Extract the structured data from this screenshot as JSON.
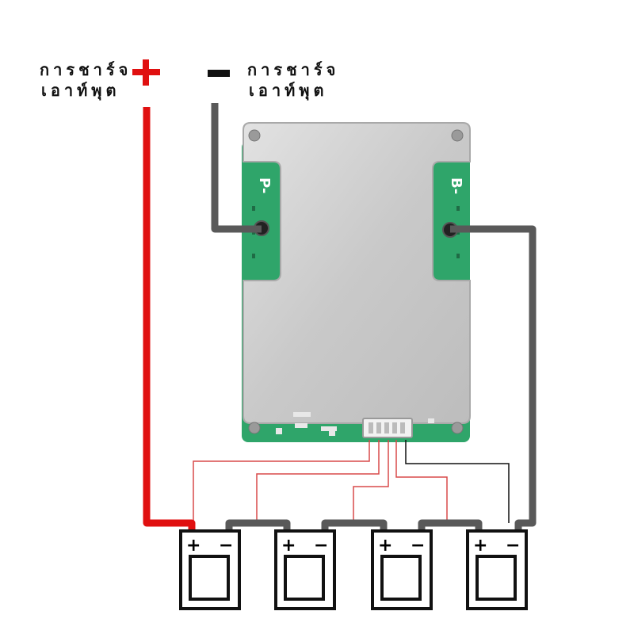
{
  "labels": {
    "positive_line1": "การชาร์จ",
    "positive_line2": "เอาท์พุต",
    "negative_line1": "การชาร์จ",
    "negative_line2": "เอาท์พุต"
  },
  "board": {
    "left_pad_mark": "P-",
    "right_pad_mark": "B-"
  },
  "batteries": [
    {
      "pos": "+",
      "neg": "−"
    },
    {
      "pos": "+",
      "neg": "−"
    },
    {
      "pos": "+",
      "neg": "−"
    },
    {
      "pos": "+",
      "neg": "−"
    }
  ],
  "colors": {
    "positive_wire": "#e01010",
    "negative_wire": "#595959",
    "balance_wire": "#d84a4a",
    "sense_wire": "#111111",
    "pcb": "#2fa56a",
    "aluminium": "#cfcfcf"
  }
}
